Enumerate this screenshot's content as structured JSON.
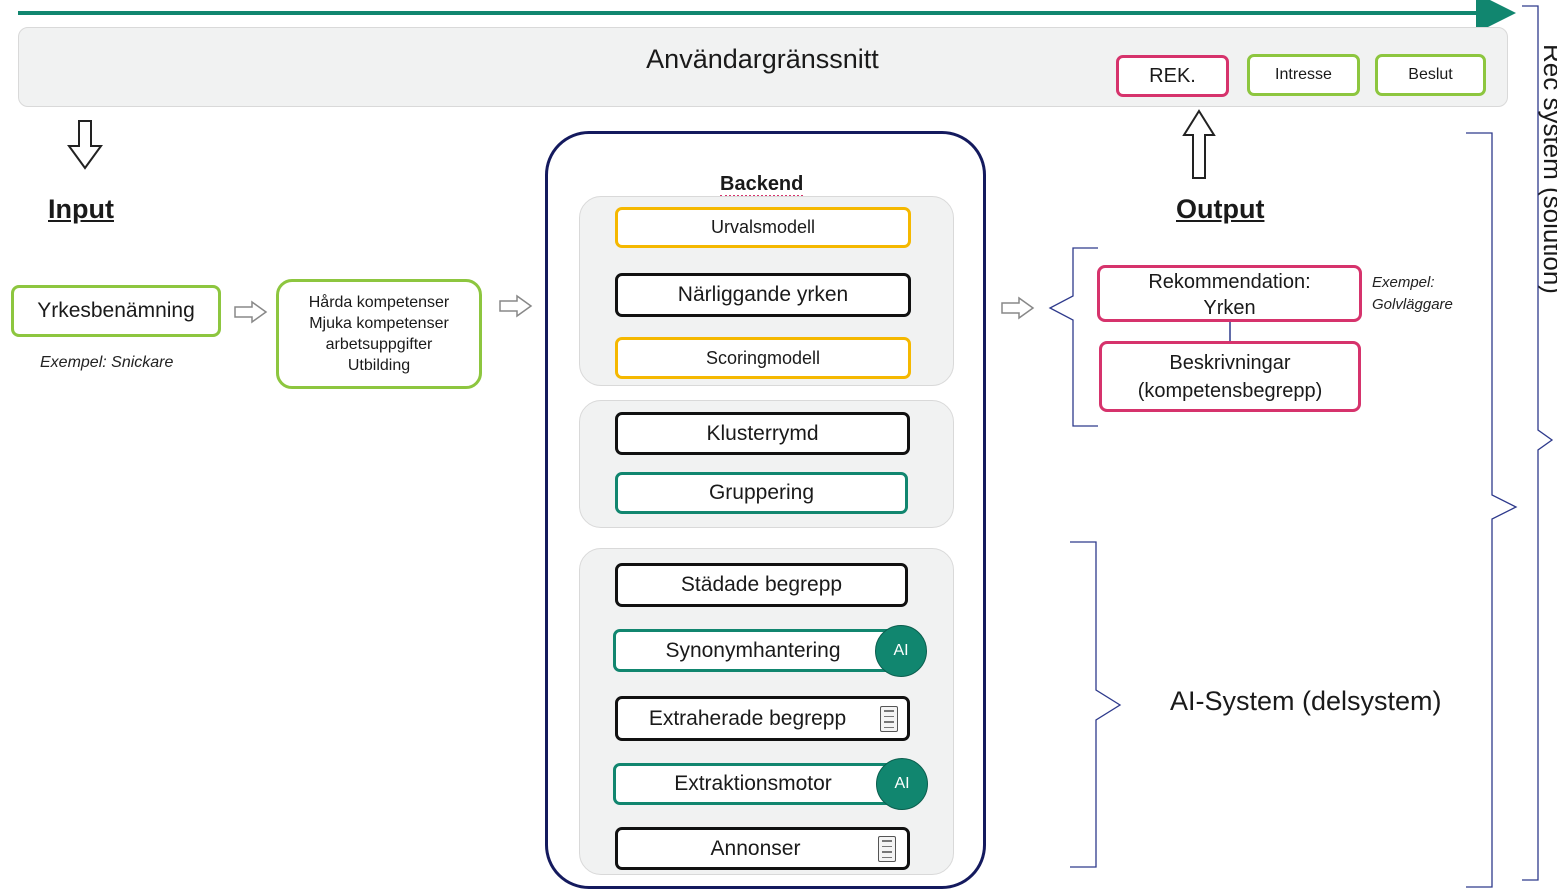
{
  "top_bar": {
    "title": "Användargränssnitt",
    "buttons": [
      "REK.",
      "Intresse",
      "Beslut"
    ]
  },
  "input": {
    "heading": "Input",
    "job_title_box": "Yrkesbenämning",
    "example": "Exempel: Snickare",
    "competence_lines": [
      "Hårda kompetenser",
      "Mjuka kompetenser",
      "arbetsuppgifter",
      "Utbilding"
    ]
  },
  "backend": {
    "title": "Backend",
    "top_group": [
      "Urvalsmodell",
      "Närliggande yrken",
      "Scoringmodell"
    ],
    "middle_group": [
      "Klusterrymd",
      "Gruppering"
    ],
    "bottom_group": [
      "Städade begrepp",
      "Synonymhantering",
      "Extraherade begrepp",
      "Extraktionsmotor",
      "Annonser"
    ],
    "ai_badge": "AI"
  },
  "output": {
    "heading": "Output",
    "recommendation": "Rekommendation:\nYrken",
    "example_line1": "Exempel:",
    "example_line2": "Golvläggare",
    "descriptions": "Beskrivningar\n(kompetensbegrepp)"
  },
  "ai_system_label": "AI-System (delsystem)",
  "rec_system_label": "Rec system (solution)",
  "colors": {
    "teal": "#11866f",
    "pink": "#d6336c",
    "lime": "#8dc63f",
    "yellow": "#f5b800",
    "navy": "#141a5e"
  }
}
